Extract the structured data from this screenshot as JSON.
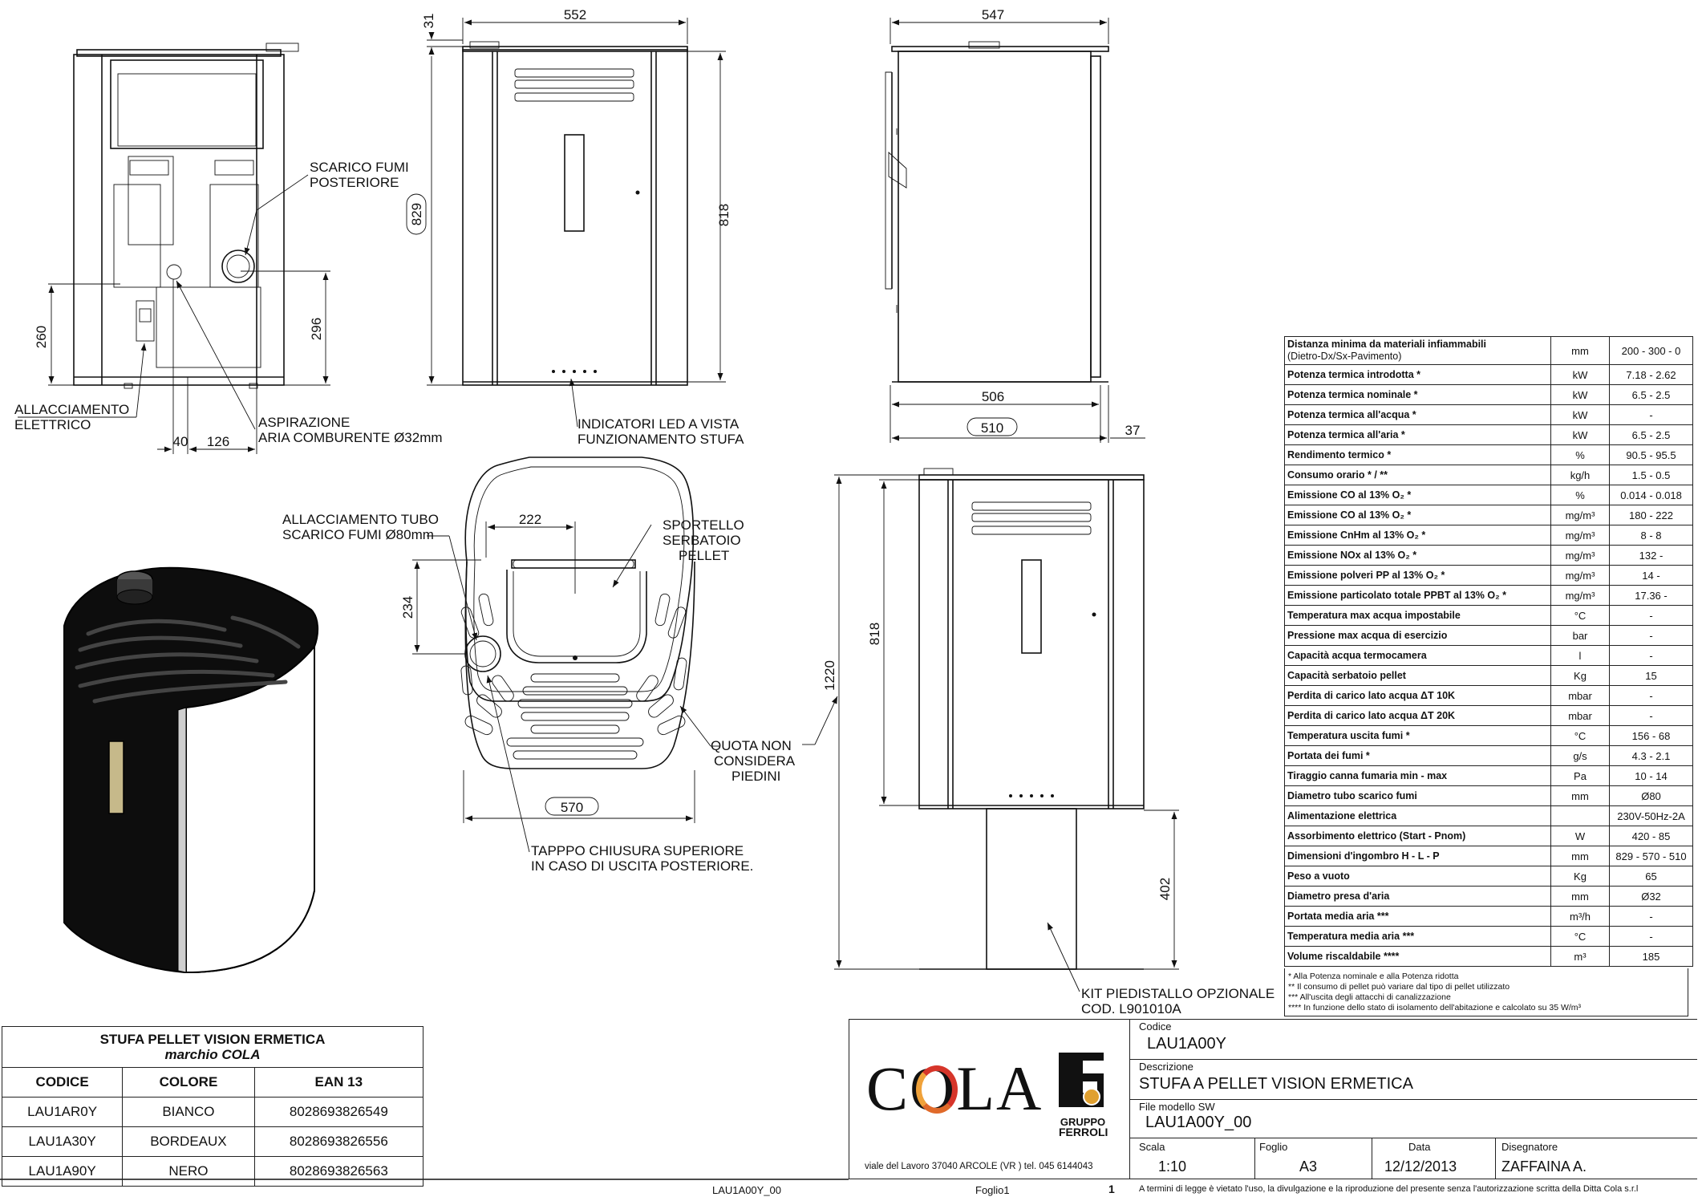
{
  "dimensions": {
    "top_31": "31",
    "front_width": "552",
    "height_829": "829",
    "height_818": "818",
    "side_depth": "547",
    "side_506": "506",
    "side_510": "510",
    "side_37": "37",
    "rear_260": "260",
    "rear_296": "296",
    "rear_40": "40",
    "rear_126": "126",
    "top_222": "222",
    "top_234": "234",
    "top_570": "570",
    "stand_1220": "1220",
    "stand_818": "818",
    "stand_402": "402"
  },
  "labels": {
    "scarico_fumi_1": "SCARICO FUMI",
    "scarico_fumi_2": "POSTERIORE",
    "allacciamento_1": "ALLACCIAMENTO",
    "allacciamento_2": "ELETTRICO",
    "aspirazione_1": "ASPIRAZIONE",
    "aspirazione_2": "ARIA COMBURENTE Ø32mm",
    "indicatori_1": "INDICATORI LED A VISTA",
    "indicatori_2": "FUNZIONAMENTO STUFA",
    "tubo_1": "ALLACCIAMENTO TUBO",
    "tubo_2": "SCARICO FUMI Ø80mm",
    "sportello_1": "SPORTELLO",
    "sportello_2": "SERBATOIO",
    "sportello_3": "PELLET",
    "quota_1": "QUOTA NON",
    "quota_2": "CONSIDERA",
    "quota_3": "PIEDINI",
    "tappo_1": "TAPPPO CHIUSURA SUPERIORE",
    "tappo_2": "IN CASO DI USCITA POSTERIORE.",
    "kit_1": "KIT PIEDISTALLO OPZIONALE",
    "kit_2": "COD. L901010A"
  },
  "spec": {
    "header_1": "Distanza minima da materiali infiammabili",
    "header_2": "(Dietro-Dx/Sx-Pavimento)",
    "header_unit": "mm",
    "header_value": "200 - 300 - 0",
    "rows": [
      {
        "param": "Potenza termica introdotta *",
        "unit": "kW",
        "value": "7.18 - 2.62"
      },
      {
        "param": "Potenza termica nominale *",
        "unit": "kW",
        "value": "6.5 - 2.5"
      },
      {
        "param": "Potenza termica all'acqua *",
        "unit": "kW",
        "value": "-"
      },
      {
        "param": "Potenza termica all'aria *",
        "unit": "kW",
        "value": "6.5 - 2.5"
      },
      {
        "param": "Rendimento termico *",
        "unit": "%",
        "value": "90.5 - 95.5"
      },
      {
        "param": "Consumo orario * / **",
        "unit": "kg/h",
        "value": "1.5 - 0.5"
      },
      {
        "param": "Emissione CO al 13% O₂ *",
        "unit": "%",
        "value": "0.014 - 0.018"
      },
      {
        "param": "Emissione CO al 13% O₂ *",
        "unit": "mg/m³",
        "value": "180 - 222"
      },
      {
        "param": "Emissione CnHm al 13% O₂ *",
        "unit": "mg/m³",
        "value": "8 - 8"
      },
      {
        "param": "Emissione NOx al 13% O₂ *",
        "unit": "mg/m³",
        "value": "132 -"
      },
      {
        "param": "Emissione polveri PP al 13% O₂ *",
        "unit": "mg/m³",
        "value": "14 -"
      },
      {
        "param": "Emissione particolato totale PPBT al 13% O₂ *",
        "unit": "mg/m³",
        "value": "17.36 -"
      },
      {
        "param": "Temperatura max acqua impostabile",
        "unit": "°C",
        "value": "-"
      },
      {
        "param": "Pressione max acqua di esercizio",
        "unit": "bar",
        "value": "-"
      },
      {
        "param": "Capacità acqua termocamera",
        "unit": "l",
        "value": "-"
      },
      {
        "param": "Capacità serbatoio pellet",
        "unit": "Kg",
        "value": "15"
      },
      {
        "param": "Perdita di carico lato acqua ΔT 10K",
        "unit": "mbar",
        "value": "-"
      },
      {
        "param": "Perdita di carico lato acqua ΔT 20K",
        "unit": "mbar",
        "value": "-"
      },
      {
        "param": "Temperatura uscita fumi *",
        "unit": "°C",
        "value": "156 - 68"
      },
      {
        "param": "Portata dei fumi *",
        "unit": "g/s",
        "value": "4.3 - 2.1"
      },
      {
        "param": "Tiraggio canna fumaria min - max",
        "unit": "Pa",
        "value": "10 - 14"
      },
      {
        "param": "Diametro tubo scarico fumi",
        "unit": "mm",
        "value": "Ø80"
      },
      {
        "param": "Alimentazione elettrica",
        "unit": "",
        "value": "230V-50Hz-2A"
      },
      {
        "param": "Assorbimento elettrico (Start - Pnom)",
        "unit": "W",
        "value": "420 - 85"
      },
      {
        "param": "Dimensioni d'ingombro H - L - P",
        "unit": "mm",
        "value": "829 - 570 - 510"
      },
      {
        "param": "Peso a vuoto",
        "unit": "Kg",
        "value": "65"
      },
      {
        "param": "Diametro presa d'aria",
        "unit": "mm",
        "value": "Ø32"
      },
      {
        "param": "Portata media aria ***",
        "unit": "m³/h",
        "value": "-"
      },
      {
        "param": "Temperatura media aria ***",
        "unit": "°C",
        "value": "-"
      },
      {
        "param": "Volume riscaldabile ****",
        "unit": "m³",
        "value": "185"
      }
    ],
    "notes": [
      "*      Alla Potenza nominale e alla Potenza ridotta",
      "**     Il consumo di pellet può variare dal tipo di pellet utilizzato",
      "***   All'uscita degli attacchi di canalizzazione",
      "****  In funzione dello stato di isolamento dell'abitazione e calcolato su 35 W/m³"
    ]
  },
  "product": {
    "title": "STUFA PELLET VISION ERMETICA",
    "subtitle": "marchio  COLA",
    "headers": [
      "CODICE",
      "COLORE",
      "EAN 13"
    ],
    "rows": [
      [
        "LAU1AR0Y",
        "BIANCO",
        "8028693826549"
      ],
      [
        "LAU1A30Y",
        "BORDEAUX",
        "8028693826556"
      ],
      [
        "LAU1A90Y",
        "NERO",
        "8028693826563"
      ]
    ]
  },
  "titleblock": {
    "logo": "COLA",
    "group_1": "GRUPPO",
    "group_2": "FERROLI",
    "address": "viale del Lavoro 37040  ARCOLE (VR ) tel. 045 6144043",
    "codice_label": "Codice",
    "codice_value": "LAU1A00Y",
    "descrizione_label": "Descrizione",
    "descrizione_value": "STUFA A PELLET VISION ERMETICA",
    "file_label": "File modello SW",
    "file_value": "LAU1A00Y_00",
    "scala_label": "Scala",
    "scala_value": "1:10",
    "foglio_label": "Foglio",
    "foglio_value": "A3",
    "data_label": "Data",
    "data_value": "12/12/2013",
    "disegnatore_label": "Disegnatore",
    "disegnatore_value": "ZAFFAINA A.",
    "legal": "A termini di legge è vietato l'uso, la divulgazione e la riproduzione del presente senza l'autorizzazione scritta della Ditta Cola s.r.l"
  },
  "footer": {
    "file": "LAU1A00Y_00",
    "sheet": "Foglio1",
    "page": "1"
  }
}
